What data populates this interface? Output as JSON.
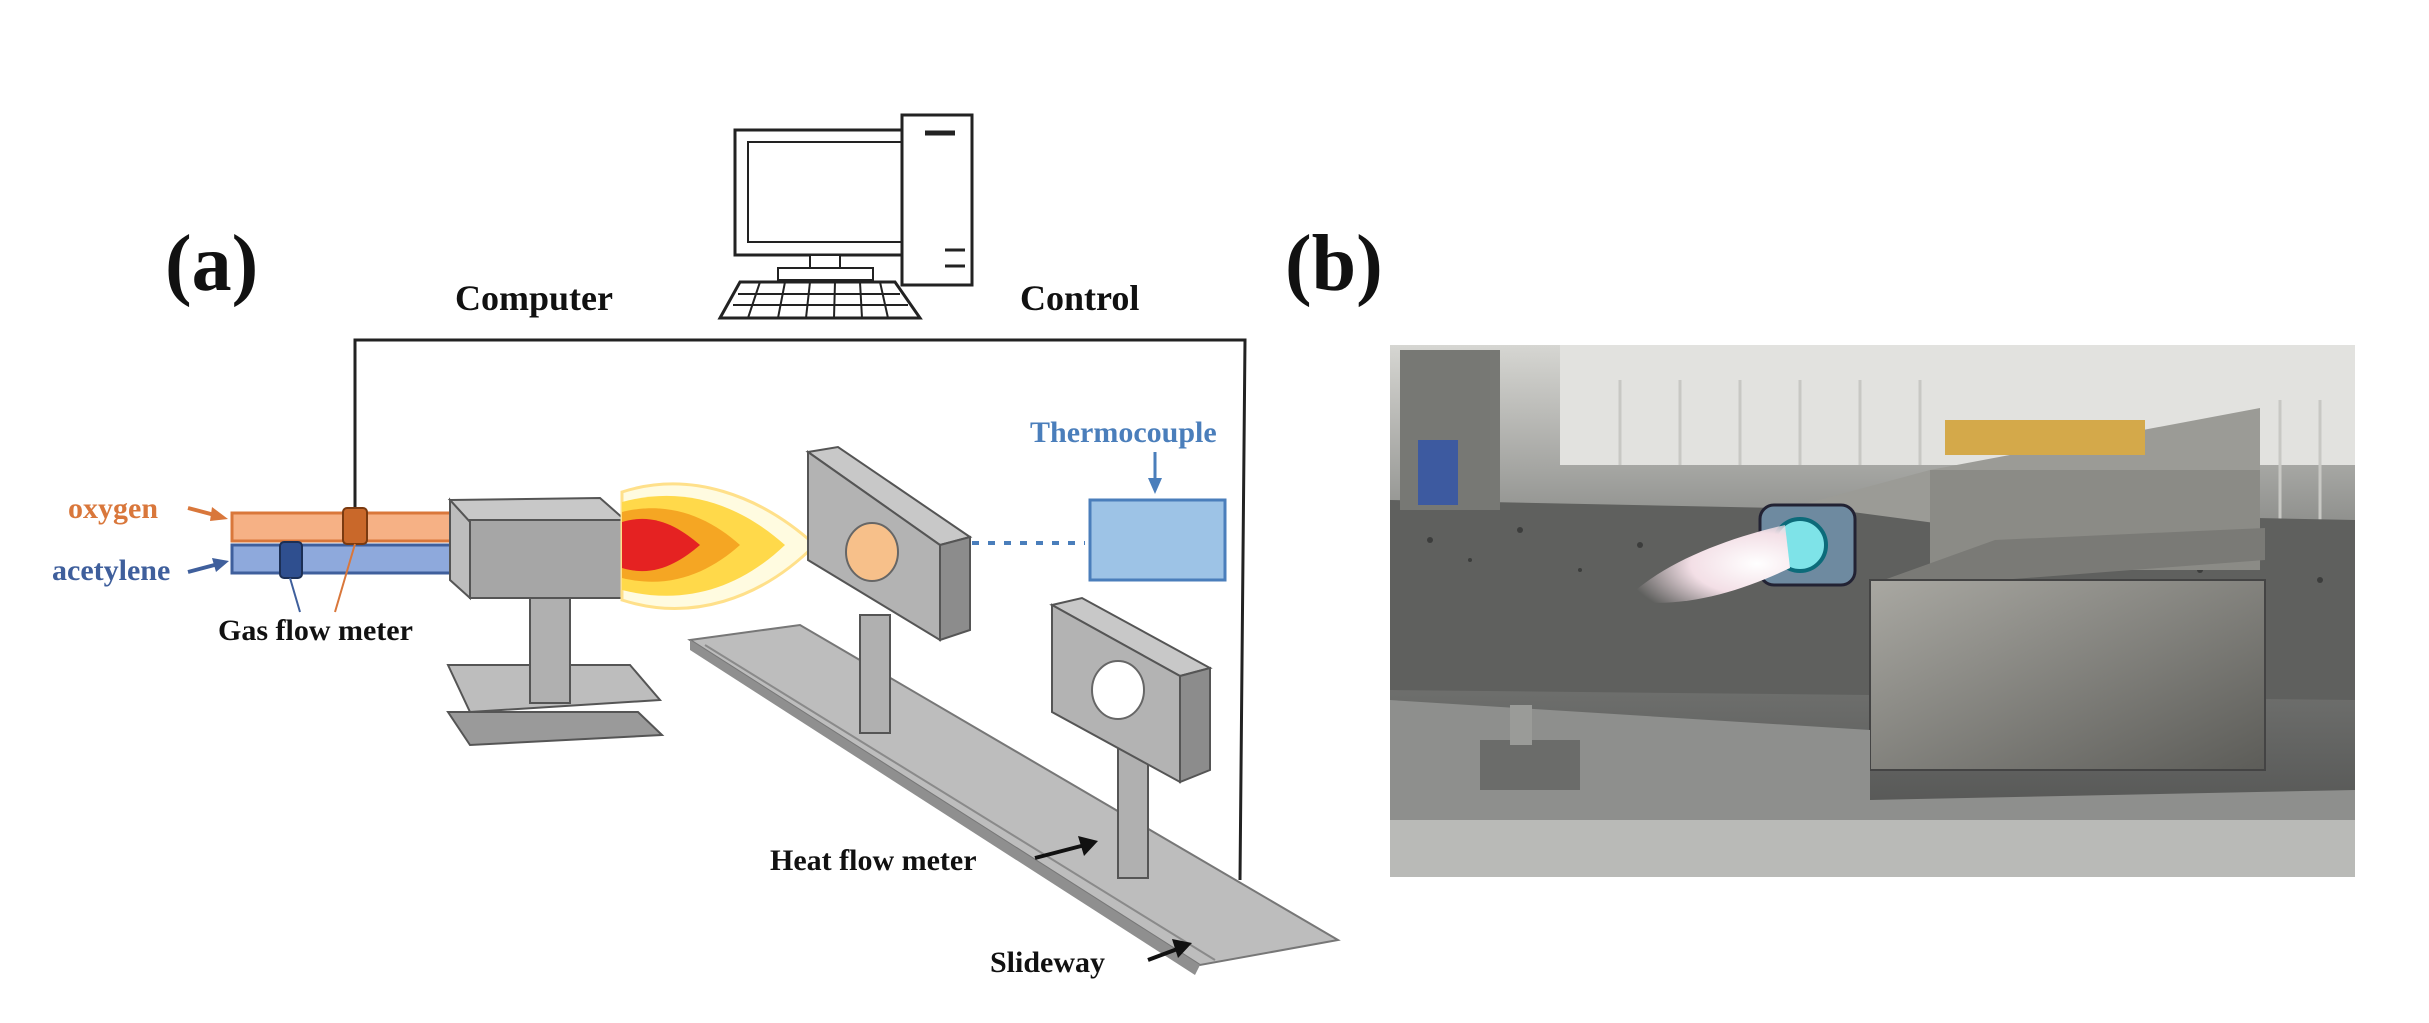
{
  "panels": {
    "a": "(a)",
    "b": "(b)"
  },
  "labels": {
    "computer": "Computer",
    "control": "Control",
    "thermocouple": "Thermocouple",
    "oxygen": "oxygen",
    "acetylene": "acetylene",
    "gas_flow_meter": "Gas flow meter",
    "heat_flow_meter": "Heat flow meter",
    "slideway": "Slideway"
  },
  "colors": {
    "oxygen": "#d9773b",
    "acetylene": "#3f5f9c",
    "thermocouple": "#4a7ebb",
    "equipment_gray": "#a6a6a6",
    "flame_core": "#e52222",
    "flame_outer": "#ffd94a"
  }
}
